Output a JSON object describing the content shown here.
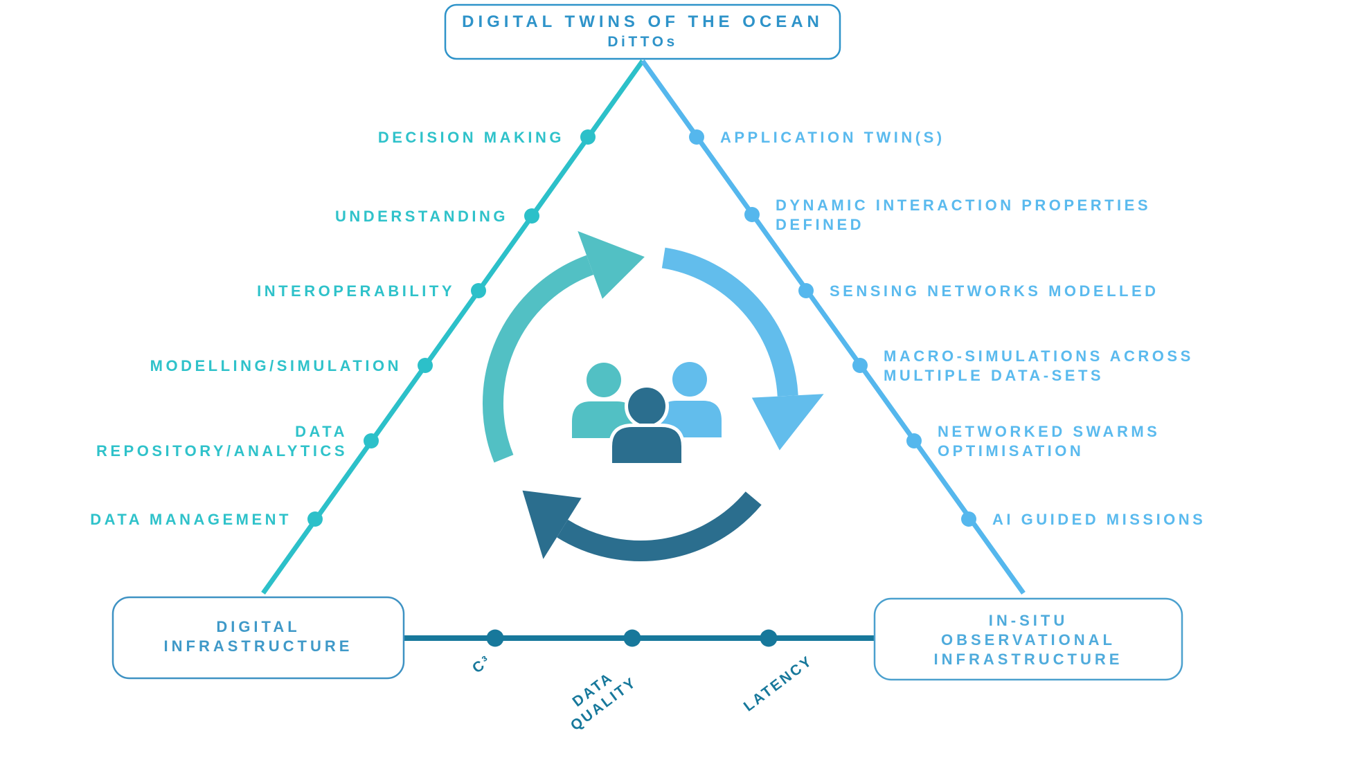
{
  "title_box": {
    "title": "DIGITAL TWINS OF THE OCEAN",
    "subtitle": "DiTTOs"
  },
  "left_vertex_box": {
    "lines": [
      "DIGITAL",
      "INFRASTRUCTURE"
    ]
  },
  "right_vertex_box": {
    "lines": [
      "IN-SITU",
      "OBSERVATIONAL",
      "INFRASTRUCTURE"
    ]
  },
  "left_edge_labels": [
    {
      "lines": [
        "DECISION MAKING"
      ]
    },
    {
      "lines": [
        "UNDERSTANDING"
      ]
    },
    {
      "lines": [
        "INTEROPERABILITY"
      ]
    },
    {
      "lines": [
        "MODELLING/SIMULATION"
      ]
    },
    {
      "lines": [
        "DATA",
        "REPOSITORY/ANALYTICS"
      ]
    },
    {
      "lines": [
        "DATA MANAGEMENT"
      ]
    }
  ],
  "right_edge_labels": [
    {
      "lines": [
        "APPLICATION TWIN(S)"
      ]
    },
    {
      "lines": [
        "DYNAMIC INTERACTION PROPERTIES",
        "DEFINED"
      ]
    },
    {
      "lines": [
        "SENSING NETWORKS MODELLED"
      ]
    },
    {
      "lines": [
        "MACRO-SIMULATIONS ACROSS",
        "MULTIPLE DATA-SETS"
      ]
    },
    {
      "lines": [
        "NETWORKED SWARMS",
        "OPTIMISATION"
      ]
    },
    {
      "lines": [
        "AI GUIDED MISSIONS"
      ]
    }
  ],
  "bottom_edge_labels": [
    {
      "lines": [
        "C³"
      ]
    },
    {
      "lines": [
        "DATA",
        "QUALITY"
      ]
    },
    {
      "lines": [
        "LATENCY"
      ]
    }
  ],
  "icons": {
    "center": [
      "cycle-arrow-teal",
      "cycle-arrow-blue",
      "cycle-arrow-dark",
      "person-icon-teal",
      "person-icon-blue",
      "person-icon-dark"
    ]
  },
  "colors": {
    "teal_edge": "#2CC0C9",
    "teal_text": "#2FC2CA",
    "blue_edge": "#55B7ED",
    "blue_text": "#5ABAEE",
    "dark_teal": "#17789B",
    "title_blue": "#2E93C9",
    "left_box_text": "#3F99C8",
    "left_box_border": "#3E92C3",
    "right_box_text": "#4FABDC",
    "right_box_border": "#4BA0CE",
    "arc_teal": "#52C0C4",
    "arc_blue": "#62BDEC",
    "arc_dark": "#2B6E8E",
    "white": "#ffffff"
  }
}
